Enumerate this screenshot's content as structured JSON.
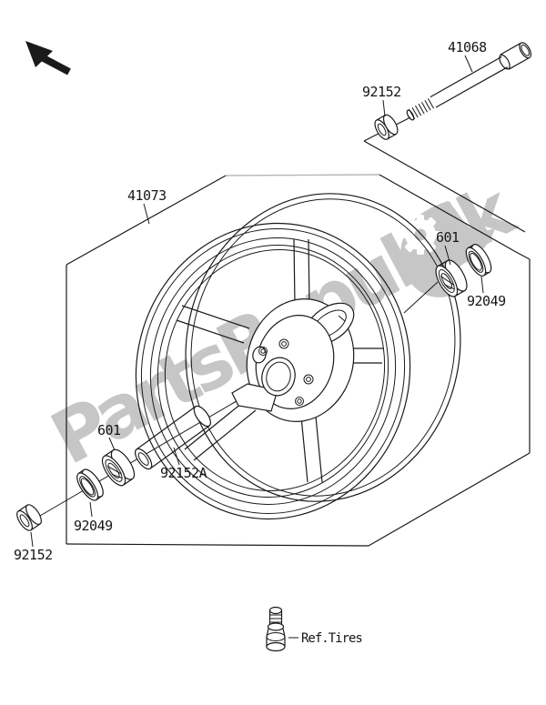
{
  "diagram": {
    "type": "exploded-parts-diagram",
    "subject": "front wheel hub assembly",
    "background_color": "#ffffff",
    "line_color": "#1a1a1a",
    "part_labels": {
      "axle": "41068",
      "collar_top": "92152",
      "wheel": "41073",
      "bearing_right": "601",
      "seal_right": "92049",
      "bearing_left": "601",
      "spacer": "92152A",
      "seal_left": "92049",
      "collar_left": "92152",
      "tires_ref": "Ref.Tires"
    },
    "watermark": {
      "text": "PartsRepublik",
      "color": "#c6c6c6",
      "logo": "gear-icon"
    },
    "icons": {
      "direction_arrow": "front-direction-arrow",
      "logo_gear": "gear-icon"
    }
  }
}
